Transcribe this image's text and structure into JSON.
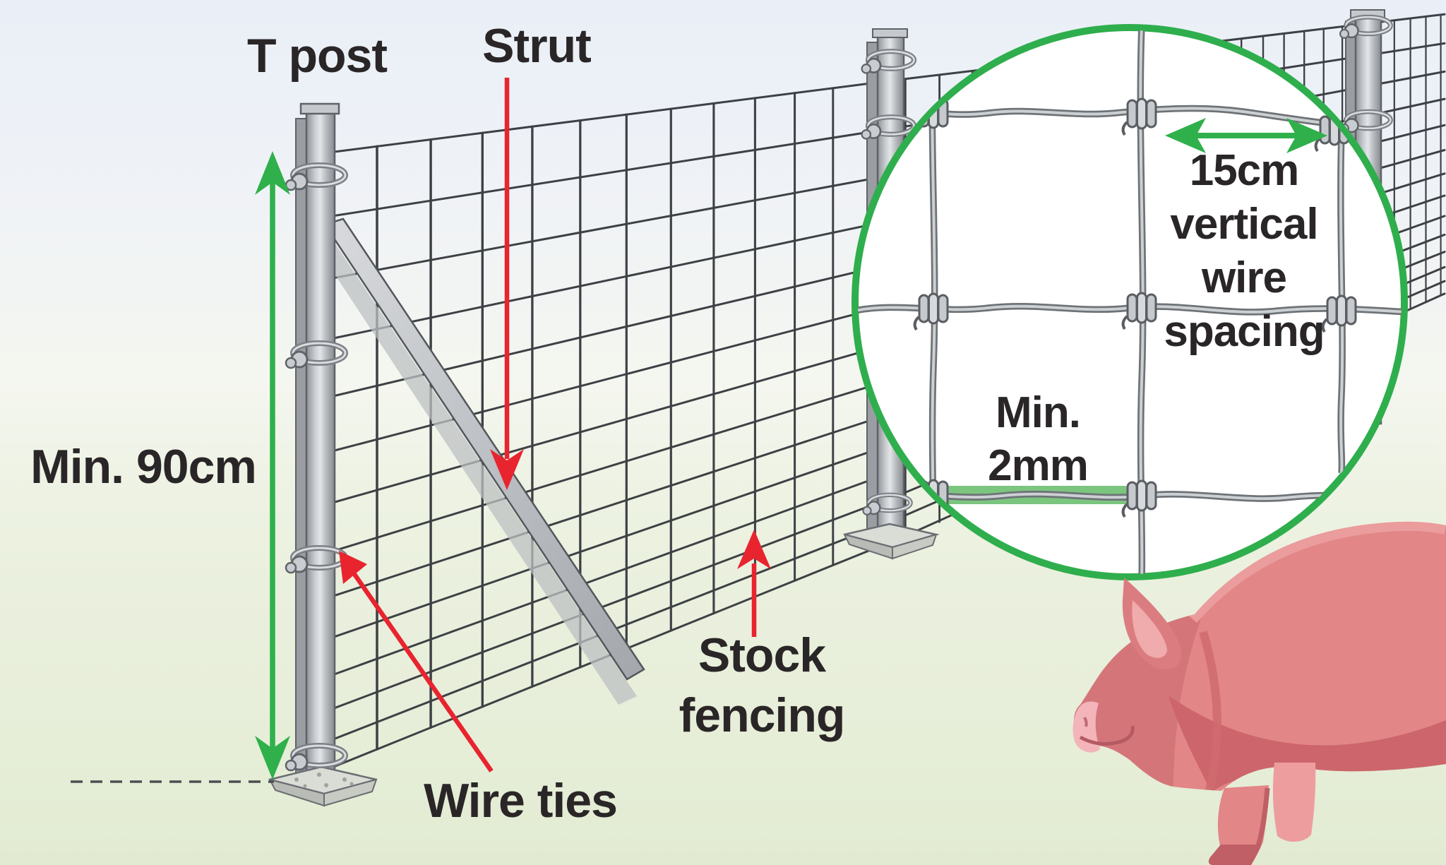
{
  "labels": {
    "t_post": "T post",
    "strut": "Strut",
    "min_height": "Min. 90cm",
    "wire_ties": "Wire ties",
    "stock_fencing": [
      "Stock",
      "fencing"
    ]
  },
  "magnifier": {
    "spacing_label_lines": [
      "15cm",
      "vertical",
      "wire",
      "spacing"
    ],
    "gauge_label_lines": [
      "Min.",
      "2mm"
    ]
  },
  "colors": {
    "accent_green": "#2fb04b",
    "arrow_red": "#e8242f",
    "label_text": "#2a2627",
    "fence_wire": "#3d4145",
    "silver_wire_dark": "#6e7377",
    "silver_wire_light": "#ccd0d3",
    "post_gray": "#b9bdc1",
    "concrete_gray": "#dadcd6",
    "pig_body": "#e28687",
    "pig_shade": "#cc666c",
    "pig_light": "#ee9d9e",
    "background_sky": "#edf1f7",
    "background_grass": "#e2ebd2"
  }
}
